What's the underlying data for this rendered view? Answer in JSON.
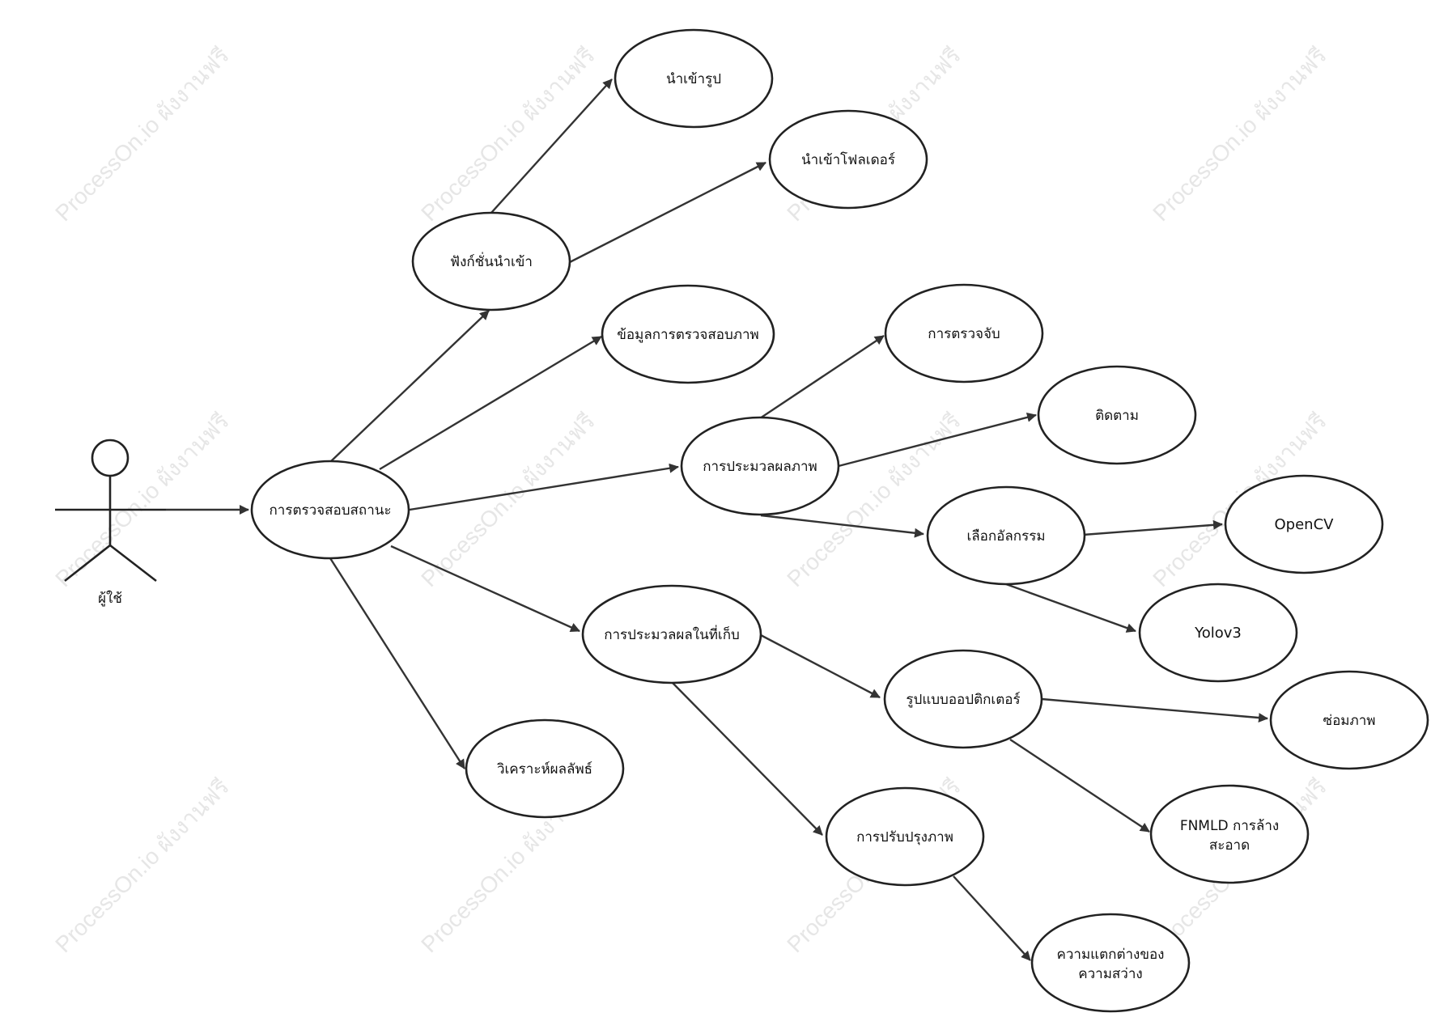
{
  "watermark": "ProcessOn.io ผังงานฟรี",
  "actor": {
    "label": "ผู้ใช้"
  },
  "nodes": {
    "status": "การตรวจสอบสถานะ",
    "import_fn": "ฟังก์ชั่นนำเข้า",
    "import_image": "นำเข้ารูป",
    "import_folder": "นำเข้าโฟลเดอร์",
    "image_info": "ข้อมูลการตรวจสอบภาพ",
    "image_processing": "การประมวลผลภาพ",
    "detection": "การตรวจจับ",
    "tracking": "ติดตาม",
    "algorithm": "เลือกอัลกรรม",
    "opencv": "OpenCV",
    "yolov3": "Yolov3",
    "storage_processing": "การประมวลผลในที่เก็บ",
    "optic_format": "รูปแบบออปติกเตอร์",
    "repair": "ซ่อมภาพ",
    "fnmld_1": "FNMLD การล้าง",
    "fnmld_2": "สะอาด",
    "enhance": "การปรับปรุงภาพ",
    "brightness_1": "ความแตกต่างของ",
    "brightness_2": "ความสว่าง",
    "analyze": "วิเคราะห์ผลลัพธ์"
  }
}
